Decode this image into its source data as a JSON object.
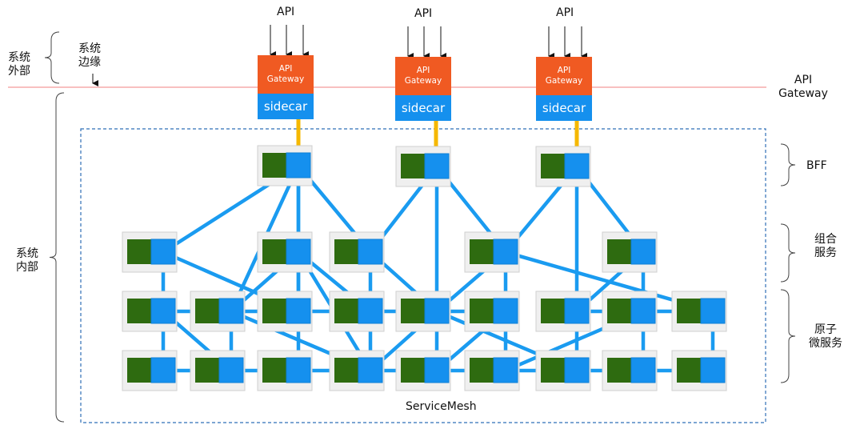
{
  "diagram": {
    "boundary": {
      "left_outer": "系统\n外部",
      "left_edge": "系统\n边缘",
      "left_inner": "系统\n内部",
      "gateway_layer": "API\nGateway"
    },
    "api_label": "API",
    "gateways": [
      {
        "label": "API\nGateway",
        "sidecar": "sidecar"
      },
      {
        "label": "API\nGateway",
        "sidecar": "sidecar"
      },
      {
        "label": "API\nGateway",
        "sidecar": "sidecar"
      }
    ],
    "layers": {
      "bff": "BFF",
      "composite": "组合\n服务",
      "atomic": "原子\n微服务"
    },
    "mesh_label": "ServiceMesh",
    "colors": {
      "gateway": "#f05a22",
      "sidecar": "#1590ee",
      "link": "#1a9bf0",
      "gateway_link": "#f5b800",
      "app": "#2e6b10",
      "pod_bg": "#efefef",
      "boundary_line": "#f08080",
      "mesh_border": "#2f6fb6"
    }
  }
}
